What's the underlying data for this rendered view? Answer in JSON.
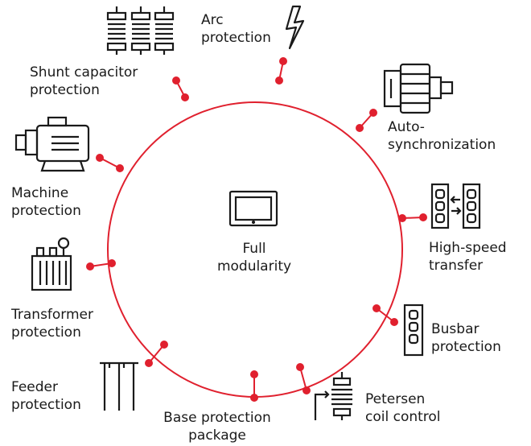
{
  "center": {
    "line1": "Full",
    "line2": "modularity"
  },
  "items": [
    {
      "key": "arc",
      "line1": "Arc",
      "line2": "protection",
      "icon": "lightning-bolt-icon"
    },
    {
      "key": "shunt",
      "line1": "Shunt capacitor",
      "line2": "protection",
      "icon": "capacitor-bank-icon"
    },
    {
      "key": "auto",
      "line1": "Auto-",
      "line2": "synchronization",
      "icon": "generator-icon"
    },
    {
      "key": "machine",
      "line1": "Machine",
      "line2": "protection",
      "icon": "motor-icon"
    },
    {
      "key": "hst",
      "line1": "High-speed",
      "line2": "transfer",
      "icon": "transfer-switch-icon"
    },
    {
      "key": "trafo",
      "line1": "Transformer",
      "line2": "protection",
      "icon": "transformer-icon"
    },
    {
      "key": "busbar",
      "line1": "Busbar",
      "line2": "protection",
      "icon": "busbar-icon"
    },
    {
      "key": "feeder",
      "line1": "Feeder",
      "line2": "protection",
      "icon": "feeder-icon"
    },
    {
      "key": "petersen",
      "line1": "Petersen",
      "line2": "coil control",
      "icon": "petersen-coil-icon"
    },
    {
      "key": "base",
      "line1": "Base protection",
      "line2": "package",
      "icon": ""
    }
  ],
  "colors": {
    "ring": "#e0202e",
    "icon": "#1a1a1a",
    "text": "#1a1a1a"
  }
}
